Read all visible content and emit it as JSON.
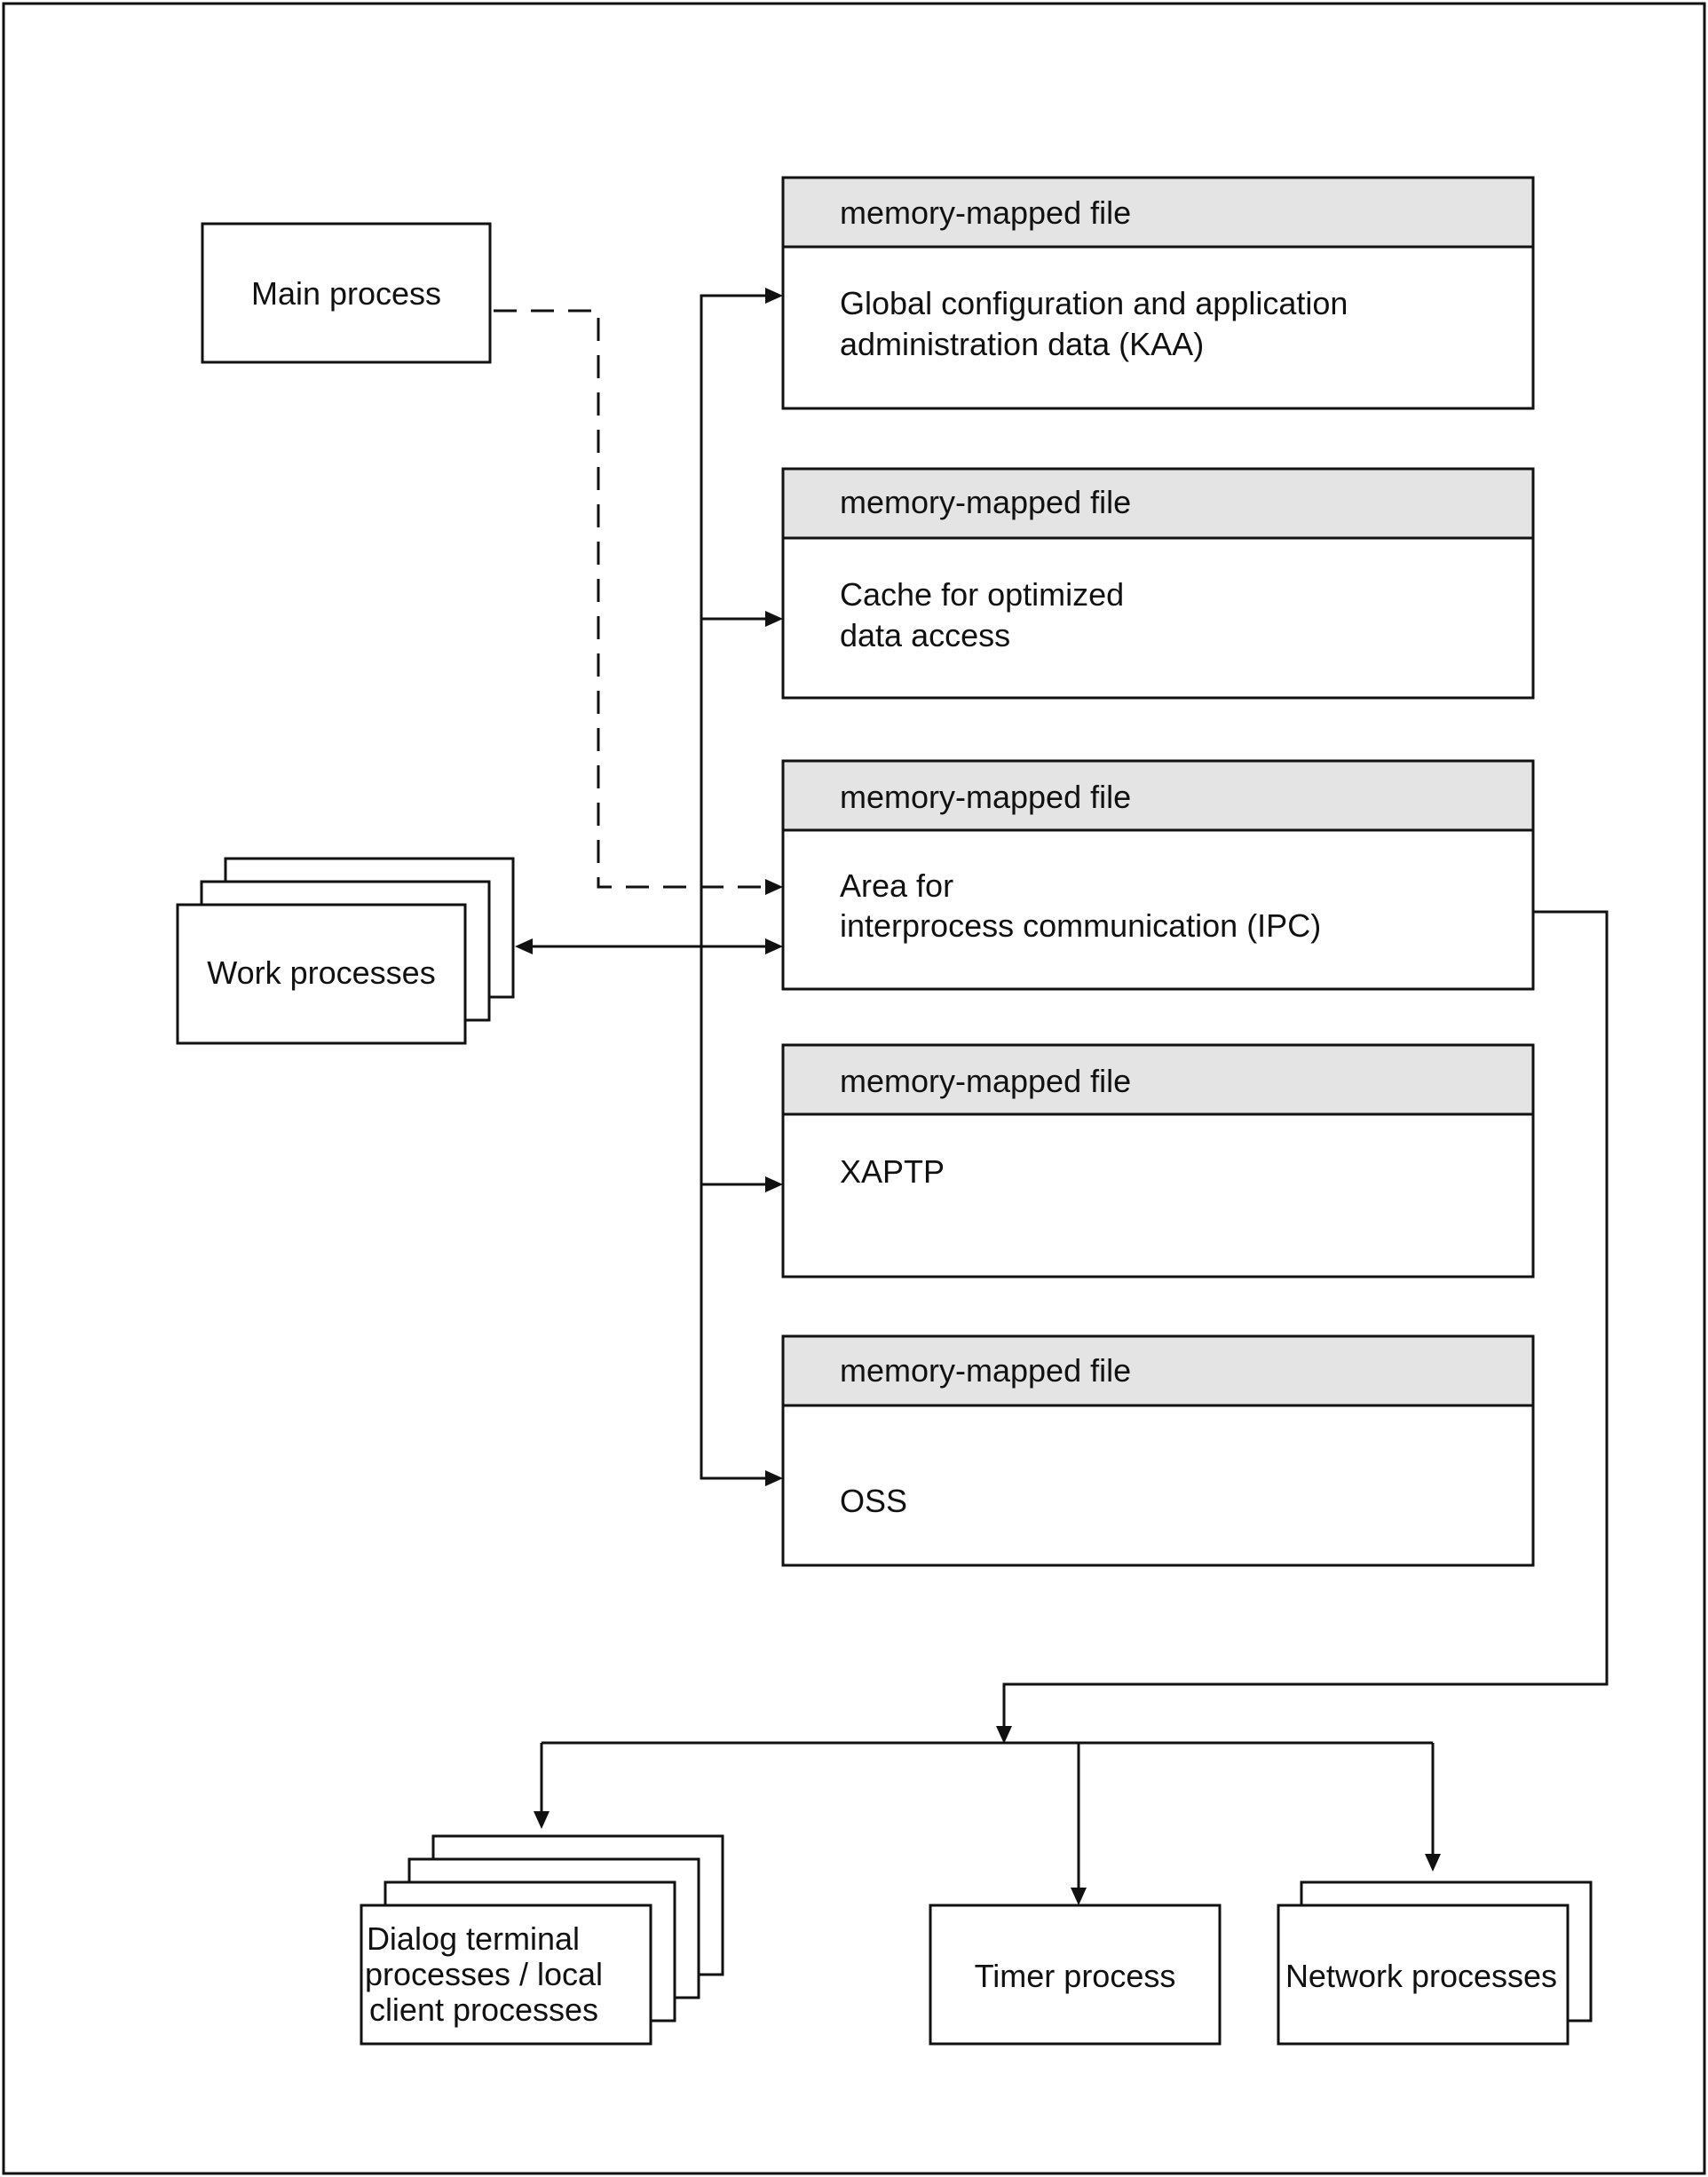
{
  "main_process": {
    "label": "Main process"
  },
  "work_processes": {
    "label": "Work processes"
  },
  "memory_files": [
    {
      "header": "memory-mapped file",
      "lines": [
        "Global configuration and application",
        "administration data (KAA)"
      ]
    },
    {
      "header": "memory-mapped file",
      "lines": [
        "Cache for optimized",
        "data access"
      ]
    },
    {
      "header": "memory-mapped file",
      "lines": [
        "Area for",
        "interprocess communication (IPC)"
      ]
    },
    {
      "header": "memory-mapped file",
      "lines": [
        "XAPTP"
      ]
    },
    {
      "header": "memory-mapped file",
      "lines": [
        "OSS"
      ]
    }
  ],
  "dialog_processes": {
    "lines": [
      "Dialog terminal",
      "processes / local",
      "client processes"
    ]
  },
  "timer_process": {
    "label": "Timer process"
  },
  "network_processes": {
    "label": "Network processes"
  },
  "colors": {
    "header_fill": "#e4e4e4",
    "line": "#111111",
    "background": "#ffffff"
  }
}
